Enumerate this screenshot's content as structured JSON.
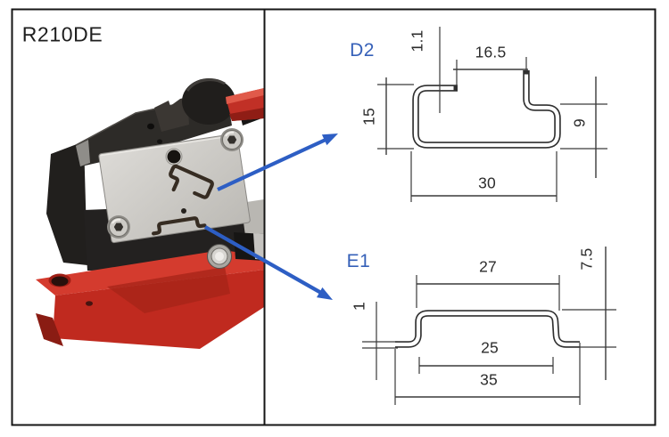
{
  "product": {
    "model": "R210DE"
  },
  "diagrams": {
    "d2": {
      "label": "D2",
      "dims": {
        "thickness": "1.1",
        "top_opening": "16.5",
        "height_left": "15",
        "height_right": "9",
        "base_width": "30"
      }
    },
    "e1": {
      "label": "E1",
      "dims": {
        "top_width": "27",
        "height": "7.5",
        "thickness": "1",
        "inner_width": "25",
        "base_width": "35"
      }
    }
  },
  "icons": {
    "upper_arrow": "callout-arrow-icon",
    "lower_arrow": "callout-arrow-icon"
  },
  "colors": {
    "accent_blue_label": "#3560b8",
    "arrow_blue": "#2d5ec4",
    "machine_red": "#c8301f",
    "steel_gray": "#cccac5",
    "drawing_line": "#3a3a3a",
    "frame_border": "#161616"
  }
}
